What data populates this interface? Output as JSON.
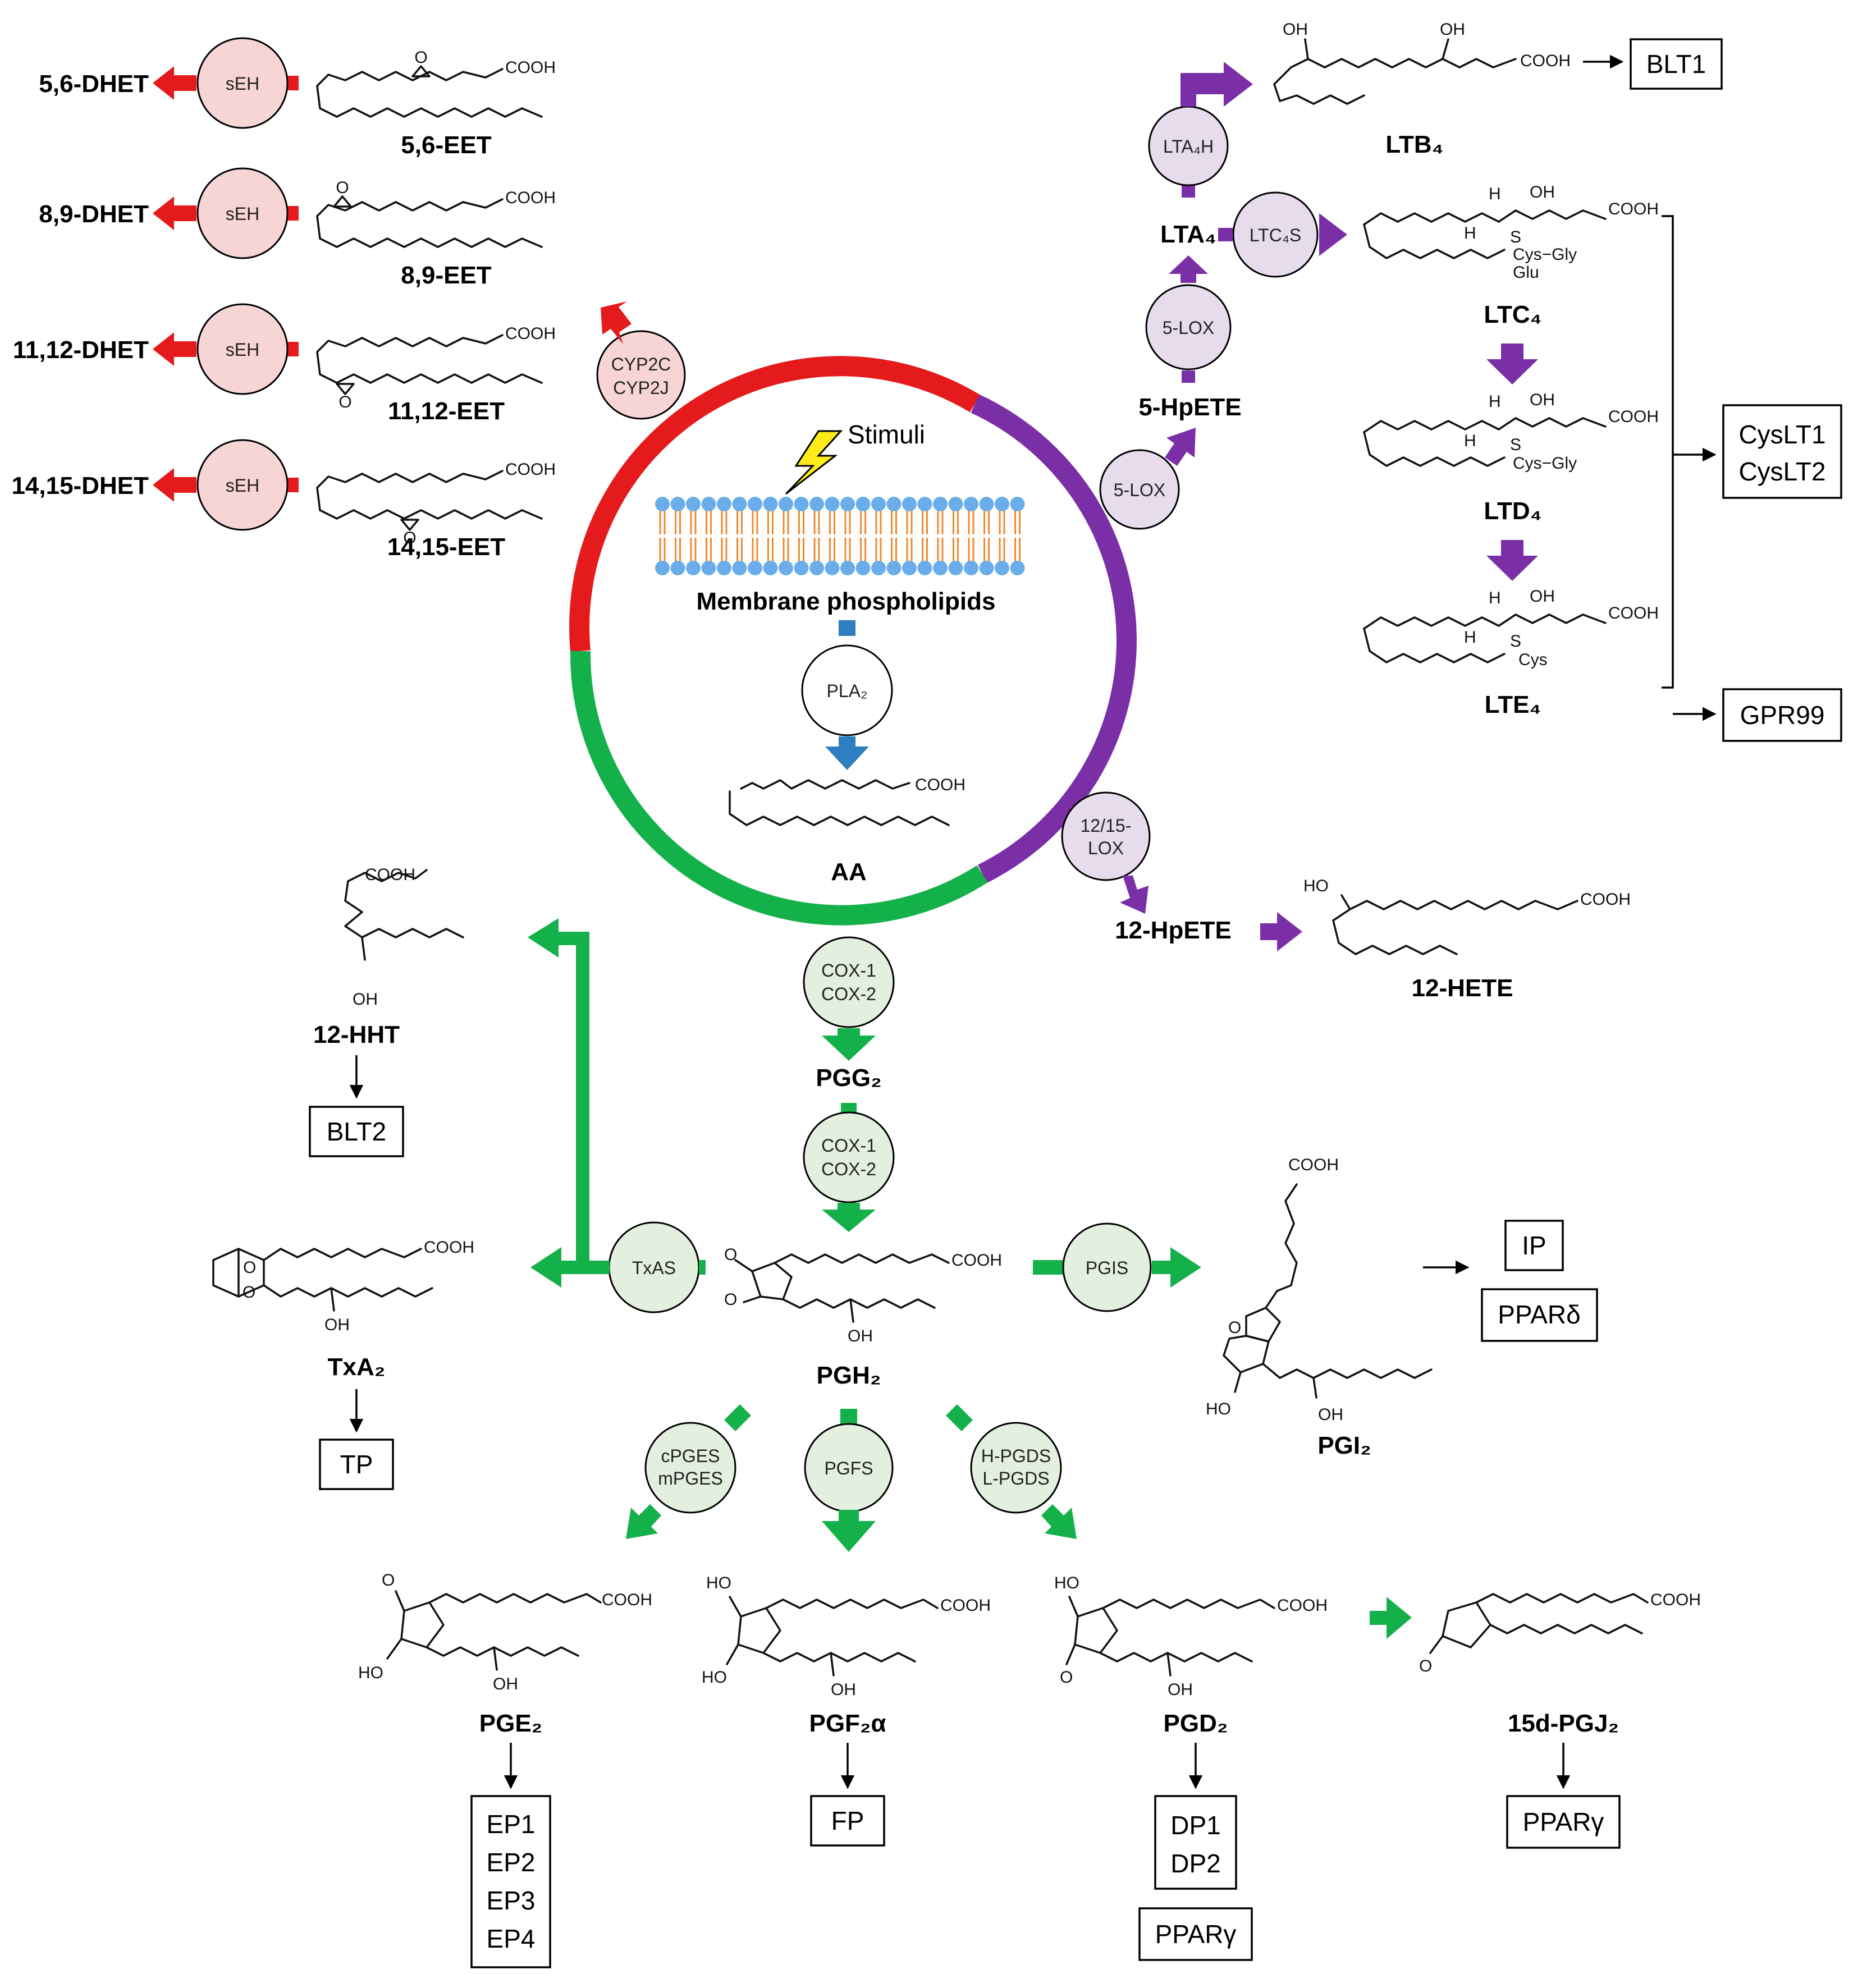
{
  "colors": {
    "cyp": "#e41a1c",
    "lox": "#7b2fa6",
    "cox": "#14b04a",
    "pla2_arrow": "#2d7fc1",
    "seh_fill": "#f7d5d5",
    "lox_fill": "#e6dcec",
    "cox_fill": "#e3efdf",
    "bolt": "#ffeb1a"
  },
  "center": {
    "stimuli": "Stimuli",
    "membrane": "Membrane phospholipids",
    "pla2": "PLA₂",
    "aa": "AA",
    "acid": "COOH"
  },
  "cyp": {
    "enzyme": [
      "CYP2C",
      "CYP2J"
    ],
    "rows": [
      {
        "dhet": "5,6-DHET",
        "enzyme": "sEH",
        "eet": "5,6-EET"
      },
      {
        "dhet": "8,9-DHET",
        "enzyme": "sEH",
        "eet": "8,9-EET"
      },
      {
        "dhet": "11,12-DHET",
        "enzyme": "sEH",
        "eet": "11,12-EET"
      },
      {
        "dhet": "14,15-DHET",
        "enzyme": "sEH",
        "eet": "14,15-EET"
      }
    ],
    "atoms": {
      "acid": "COOH",
      "oxygen": "O"
    }
  },
  "lox": {
    "enzyme_5lox": "5-LOX",
    "enzyme_5lox_b": "5-LOX",
    "hpete5": "5-HpETE",
    "lta4": "LTA₄",
    "lta4h": "LTA₄H",
    "ltc4s": "LTC₄S",
    "ltb4": "LTB₄",
    "ltc4": "LTC₄",
    "ltd4": "LTD₄",
    "lte4": "LTE₄",
    "lox1215": [
      "12/15-",
      "LOX"
    ],
    "hpete12": "12-HpETE",
    "hete12": "12-HETE",
    "receptors": {
      "blt1": "BLT1",
      "cyslt": [
        "CysLT1",
        "CysLT2"
      ],
      "gpr99": "GPR99"
    },
    "atoms": {
      "oh": "OH",
      "h": "H",
      "s": "S",
      "ho": "HO",
      "acid": "COOH",
      "ltc4_chain": "Cys−Gly",
      "ltc4_glu": "Glu",
      "ltd4_chain": "Cys−Gly",
      "lte4_chain": "Cys"
    }
  },
  "cox": {
    "cox_enzyme": [
      "COX-1",
      "COX-2"
    ],
    "cox_enzyme_b": [
      "COX-1",
      "COX-2"
    ],
    "pgg2": "PGG₂",
    "pgh2": "PGH₂",
    "txas": "TxAS",
    "pgis": "PGIS",
    "pges": [
      "cPGES",
      "mPGES"
    ],
    "pgfs": "PGFS",
    "pgds": [
      "H-PGDS",
      "L-PGDS"
    ],
    "hht12": "12-HHT",
    "txa2": "TxA₂",
    "pgi2": "PGI₂",
    "pge2": "PGE₂",
    "pgf2a": "PGF₂α",
    "pgd2": "PGD₂",
    "pgj2": "15d-PGJ₂",
    "receptors": {
      "blt2": "BLT2",
      "tp": "TP",
      "ip": "IP",
      "ppard": "PPARδ",
      "ep": [
        "EP1",
        "EP2",
        "EP3",
        "EP4"
      ],
      "fp": "FP",
      "dp": [
        "DP1",
        "DP2"
      ],
      "pparg_d": "PPARγ",
      "pparg_j": "PPARγ"
    },
    "atoms": {
      "acid": "COOH",
      "oh": "OH",
      "ho": "HO",
      "o": "O"
    }
  }
}
